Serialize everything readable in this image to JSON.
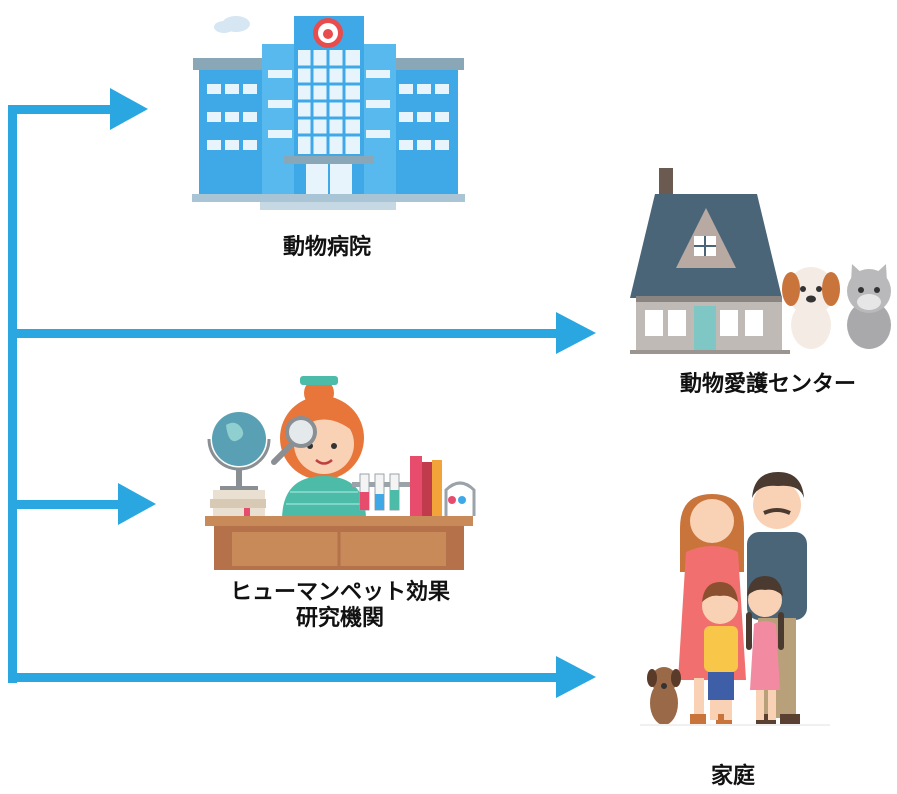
{
  "nodes": {
    "hospital": {
      "label": "動物病院"
    },
    "shelter": {
      "label": "動物愛護センター"
    },
    "research": {
      "label_line1": "ヒューマンペット効果",
      "label_line2": "研究機関"
    },
    "home": {
      "label": "家庭"
    }
  },
  "colors": {
    "arrow": "#2aa7e0",
    "hospital_blue": "#3fa9e8",
    "roof": "#4a6578",
    "desk": "#b5714a",
    "family_pink": "#f26f6f"
  }
}
